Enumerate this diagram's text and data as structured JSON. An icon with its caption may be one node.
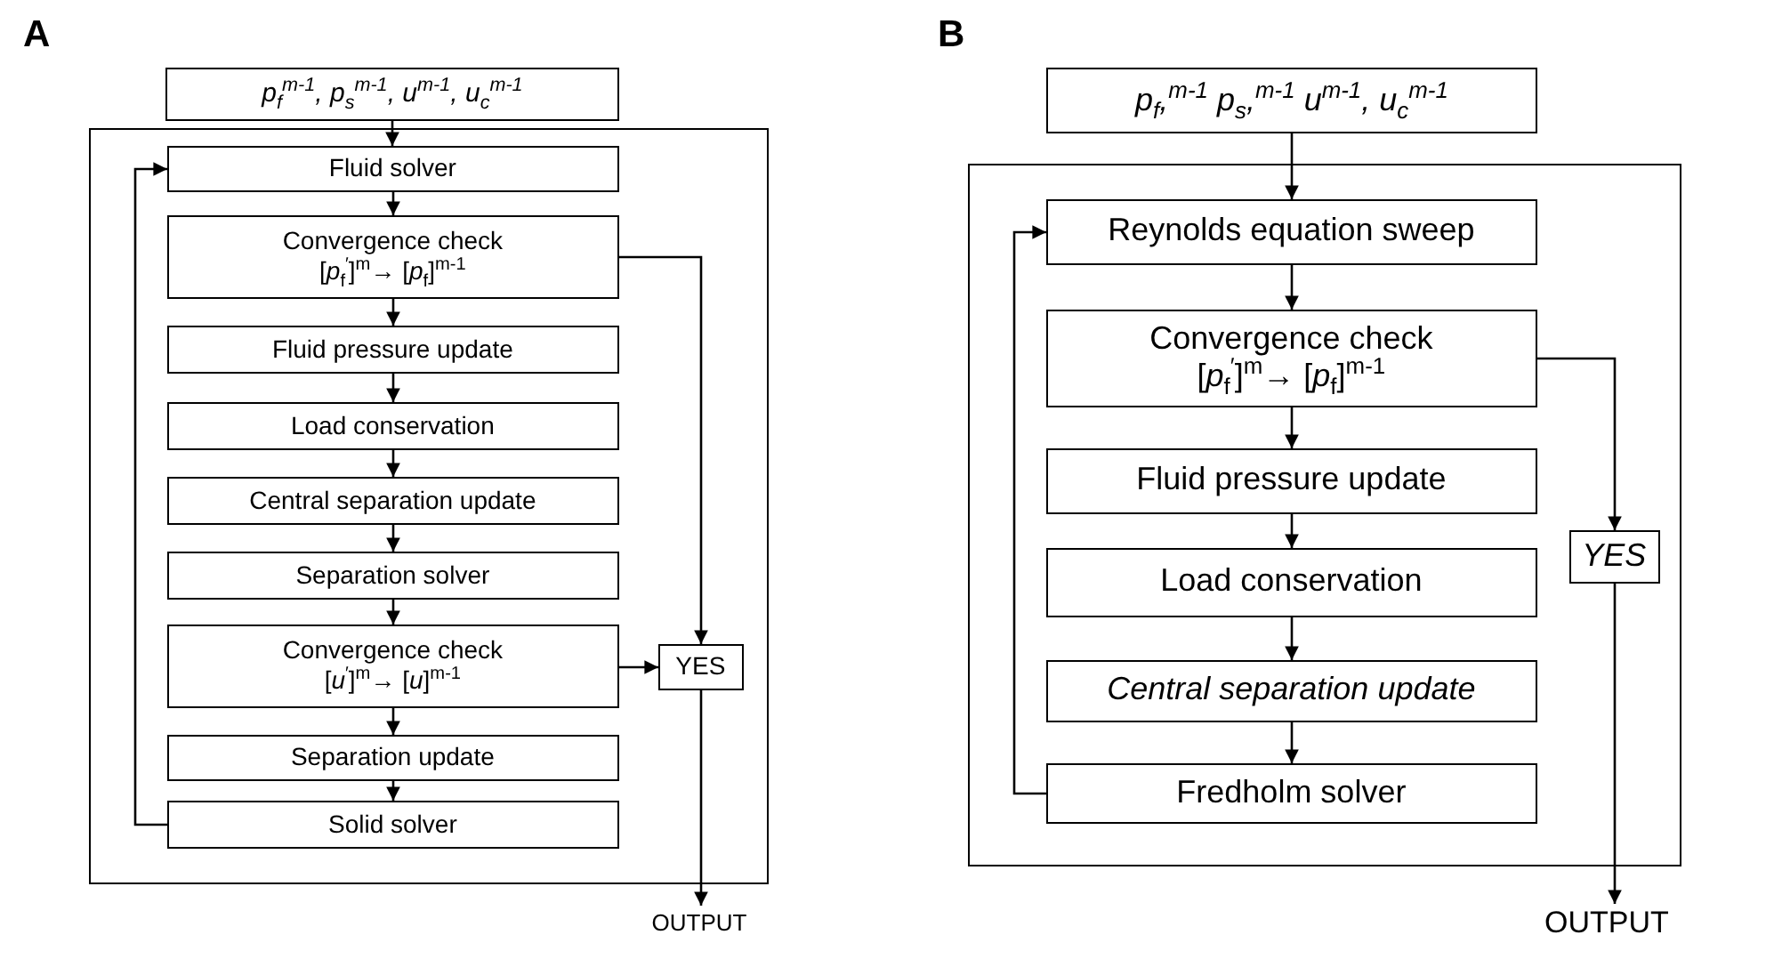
{
  "diagram": {
    "nodes": [
      {
        "text": [
          "p$_{f}$$^{m-1}$, p$_{s}$$^{m-1}$, u$^{m-1}$, u$_{c}$$^{m-1}$"
        ]
      },
      {
        "text": [],
        "shape": "box"
      },
      {
        "text": [
          "Fluid solver"
        ],
        "in": 1
      },
      {
        "text": [
          "Convergence check",
          "[*p*$_{f}$$^{′}$]$^{m}$→ [*p*$_{f}$]$^{m-1}$"
        ],
        "in": 1
      },
      {
        "text": [
          "Fluid pressure update"
        ],
        "in": 1
      },
      {
        "text": [
          "Load conservation"
        ],
        "in": 1
      },
      {
        "text": [
          "Central separation update"
        ],
        "in": 1
      },
      {
        "text": [
          "Separation solver"
        ],
        "in": 1
      },
      {
        "text": [
          "Convergence check",
          "[*u*$^{′}$]$^{m}$→ [*u*]$^{m-1}$"
        ],
        "in": 1
      },
      {
        "text": [
          "YES"
        ],
        "in": 1
      },
      {
        "text": [
          "Separation update"
        ],
        "in": 1
      },
      {
        "text": [
          "Solid solver"
        ],
        "in": 1
      },
      {
        "text": [
          "OUTPUT"
        ]
      },
      {
        "text": [
          "p$_{f}$,$^{m-1}$ p$_{s}$,$^{m-1}$ u$^{m-1}$, u$_{c}$$^{m-1}$"
        ]
      },
      {
        "text": [],
        "shape": "box"
      },
      {
        "text": [
          "Reynolds equation sweep"
        ],
        "in": 14
      },
      {
        "text": [
          "Convergence check",
          "[*p*$_{f}$$^{′}$]$^{m}$→ [*p*$_{f}$]$^{m-1}$"
        ],
        "in": 14
      },
      {
        "text": [
          "Fluid pressure update"
        ],
        "in": 14
      },
      {
        "text": [
          "Load conservation"
        ],
        "in": 14
      },
      {
        "text": [
          "Central separation update"
        ],
        "in": 14
      },
      {
        "text": [
          "YES"
        ],
        "in": 14
      },
      {
        "text": [
          "Fredholm solver"
        ],
        "in": 14
      },
      {
        "text": [
          "OUTPUT"
        ]
      }
    ],
    "edges": [
      {
        "from": 0,
        "to": 2,
        "arrow": "to"
      },
      {
        "from": 2,
        "to": 3,
        "arrow": "to"
      },
      {
        "from": 3,
        "to": 4,
        "arrow": "to"
      },
      {
        "from": 4,
        "to": 5,
        "arrow": "to"
      },
      {
        "from": 5,
        "to": 6,
        "arrow": "to"
      },
      {
        "from": 6,
        "to": 7,
        "arrow": "to"
      },
      {
        "from": 7,
        "to": 8,
        "arrow": "to"
      },
      {
        "from": 8,
        "to": 10,
        "arrow": "to"
      },
      {
        "from": 10,
        "to": 11,
        "arrow": "to"
      },
      {
        "from": 11,
        "to": 2,
        "arrow": "to"
      },
      {
        "from": 3,
        "to": 9,
        "arrow": "to"
      },
      {
        "from": 8,
        "to": 9,
        "arrow": "to"
      },
      {
        "from": 9,
        "to": 12,
        "arrow": "to"
      },
      {
        "from": 13,
        "to": 15,
        "arrow": "to"
      },
      {
        "from": 15,
        "to": 16,
        "arrow": "to"
      },
      {
        "from": 16,
        "to": 17,
        "arrow": "to"
      },
      {
        "from": 17,
        "to": 18,
        "arrow": "to"
      },
      {
        "from": 18,
        "to": 19,
        "arrow": "to"
      },
      {
        "from": 19,
        "to": 21,
        "arrow": "to"
      },
      {
        "from": 21,
        "to": 15,
        "arrow": "to"
      },
      {
        "from": 16,
        "to": 20,
        "arrow": "to"
      },
      {
        "from": 20,
        "to": 22,
        "arrow": "to"
      }
    ],
    "labels": [
      "A",
      "B"
    ]
  }
}
